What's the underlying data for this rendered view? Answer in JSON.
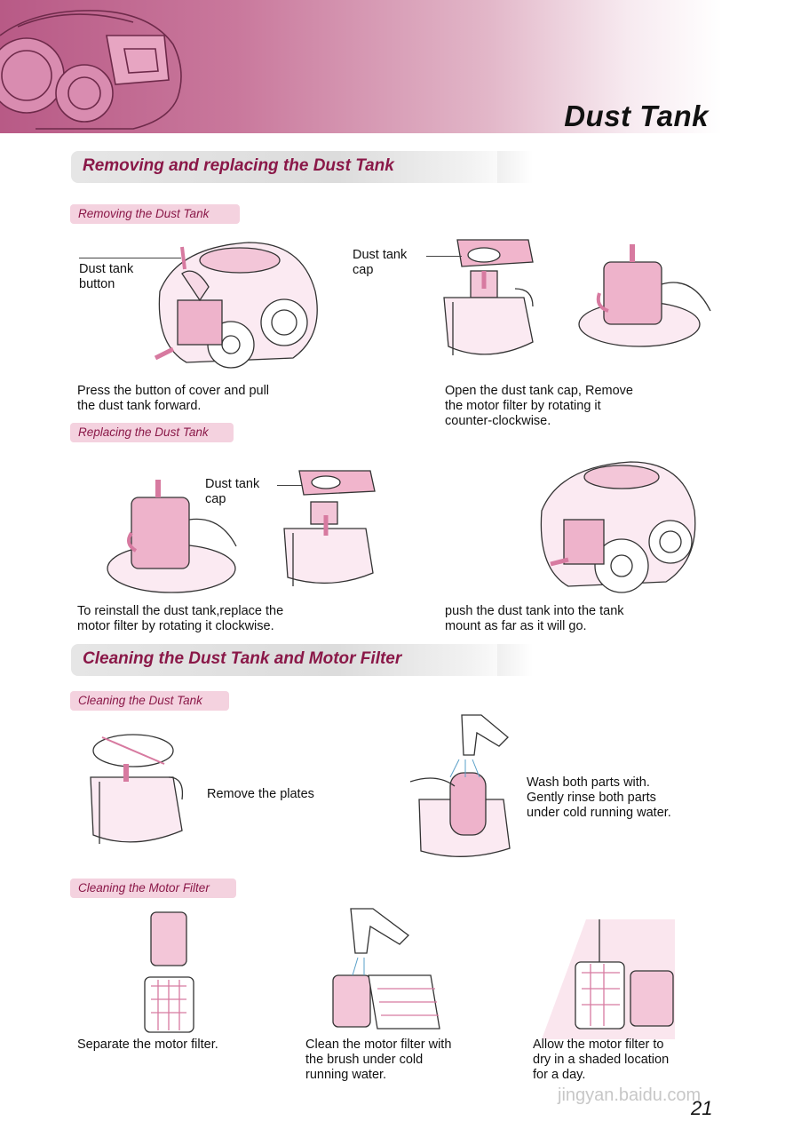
{
  "header": {
    "title": "Dust Tank"
  },
  "sections": {
    "removing": {
      "title": "Removing and replacing the Dust Tank",
      "sub_remove": "Removing the Dust Tank",
      "sub_replace": "Replacing the Dust Tank",
      "callout_button": "Dust tank\nbutton",
      "callout_cap_1": "Dust tank\ncap",
      "callout_cap_2": "Dust tank\ncap",
      "step1": "Press the button of cover and pull\nthe dust tank forward.",
      "step2": "Open the dust tank cap, Remove\nthe motor filter by rotating it\ncounter-clockwise.",
      "step3": "To reinstall the dust tank,replace the\n motor filter by rotating it clockwise.",
      "step4": "push the dust tank into the tank\nmount as far as it will go."
    },
    "cleaning": {
      "title": "Cleaning the Dust Tank and Motor Filter",
      "sub_tank": "Cleaning the Dust Tank",
      "sub_filter": "Cleaning the Motor Filter",
      "remove_plates": "Remove the plates",
      "wash": "Wash both parts with.\nGently rinse both parts\nunder cold running water.",
      "separate": "Separate the motor filter.",
      "clean_brush": "Clean the motor filter with\nthe brush under cold\nrunning water.",
      "allow_dry": "Allow the motor filter to\ndry in a shaded location\nfor a day."
    }
  },
  "page_number": "21",
  "watermark": "jingyan.baidu.com",
  "colors": {
    "accent": "#8a1848",
    "pink": "#e9a9c3",
    "band": "#b85a86"
  }
}
